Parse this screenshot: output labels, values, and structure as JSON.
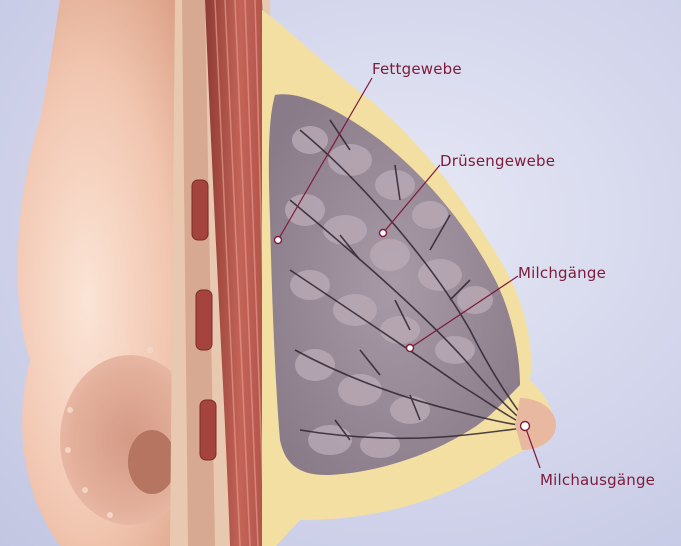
{
  "labels": {
    "fat_tissue": "Fettgewebe",
    "gland_tissue": "Drüsengewebe",
    "milk_ducts": "Milchgänge",
    "milk_outlets": "Milchausgänge"
  },
  "colors": {
    "accent": "#7e1a3a",
    "background": "#d2d5eb",
    "skin": "#f2cbb6",
    "gland": "#9c8e9b",
    "muscle": "#b5524a",
    "fat": "#f3dfa2"
  }
}
